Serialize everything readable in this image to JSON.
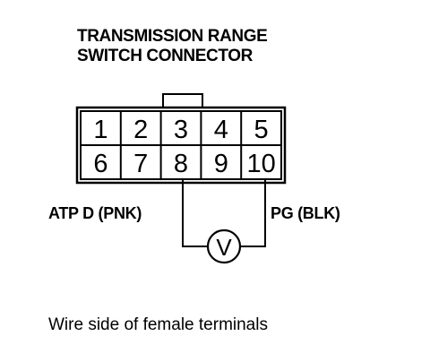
{
  "title": {
    "line1": "TRANSMISSION RANGE",
    "line2": "SWITCH CONNECTOR"
  },
  "connector": {
    "top_row": [
      "1",
      "2",
      "3",
      "4",
      "5"
    ],
    "bottom_row": [
      "6",
      "7",
      "8",
      "9",
      "10"
    ]
  },
  "wires": {
    "left_label": "ATP D (PNK)",
    "right_label": "PG (BLK)"
  },
  "meter": {
    "symbol": "V",
    "icon": "voltmeter-icon"
  },
  "caption": "Wire side of female terminals"
}
